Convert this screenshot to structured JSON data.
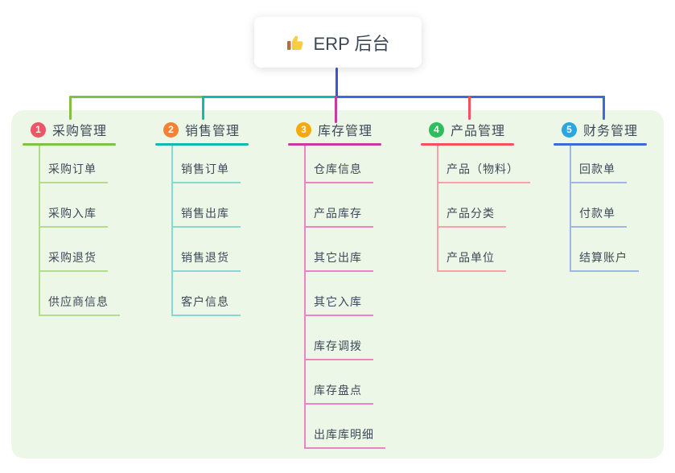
{
  "root": {
    "title": "ERP 后台",
    "icon": "thumbs-up"
  },
  "colors": {
    "page_bg": "#ffffff",
    "panel_bg": "#ecf7e8",
    "root_node_bg": "#ffffff",
    "text": "#3d4a57",
    "root_connector": "#3d56d4",
    "badge_text": "#ffffff"
  },
  "branches": [
    {
      "number": "1",
      "label": "采购管理",
      "badge_color": "#ee5566",
      "line_color": "#82c044",
      "child_line_color": "#b5dc8e",
      "children": [
        "采购订单",
        "采购入库",
        "采购退货",
        "供应商信息"
      ]
    },
    {
      "number": "2",
      "label": "销售管理",
      "badge_color": "#f58233",
      "line_color": "#14b8ac",
      "child_line_color": "#86d8d0",
      "children": [
        "销售订单",
        "销售出库",
        "销售退货",
        "客户信息"
      ]
    },
    {
      "number": "3",
      "label": "库存管理",
      "badge_color": "#f7a80d",
      "line_color": "#cb399e",
      "child_line_color": "#ef82c4",
      "children": [
        "仓库信息",
        "产品库存",
        "其它出库",
        "其它入库",
        "库存调拨",
        "库存盘点",
        "出库库明细"
      ]
    },
    {
      "number": "4",
      "label": "产品管理",
      "badge_color": "#2ebd5c",
      "line_color": "#f84f5e",
      "child_line_color": "#f9a1a4",
      "children": [
        "产品（物料）",
        "产品分类",
        "产品单位"
      ]
    },
    {
      "number": "5",
      "label": "财务管理",
      "badge_color": "#2ba6df",
      "line_color": "#3d6ad8",
      "child_line_color": "#9fb5e8",
      "children": [
        "回款单",
        "付款单",
        "结算账户"
      ]
    }
  ]
}
